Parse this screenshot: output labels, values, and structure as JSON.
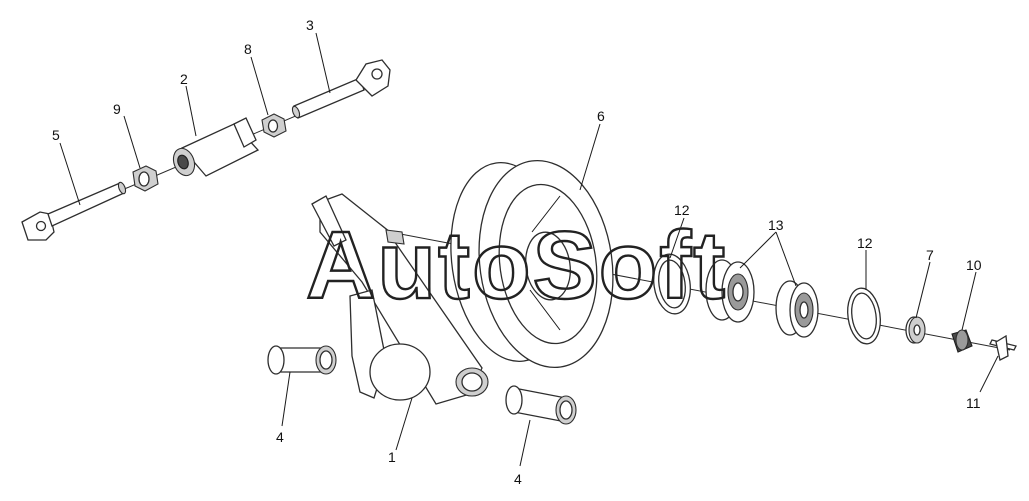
{
  "watermark": "AutoSoft",
  "callouts": {
    "c1": "1",
    "c2": "2",
    "c3": "3",
    "c4a": "4",
    "c4b": "4",
    "c5": "5",
    "c6": "6",
    "c7": "7",
    "c8": "8",
    "c9": "9",
    "c10": "10",
    "c11": "11",
    "c12a": "12",
    "c12b": "12",
    "c13": "13"
  }
}
